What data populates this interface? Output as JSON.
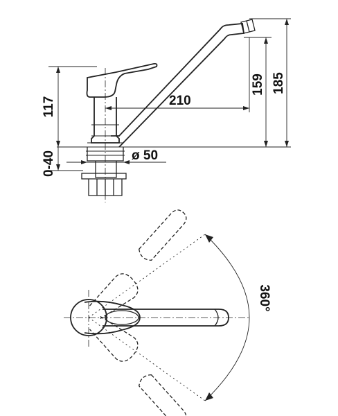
{
  "dimensions": {
    "height_lever": "117",
    "spout_reach": "210",
    "spout_height_inner": "159",
    "spout_height_total": "185",
    "deck_thickness": "0-40",
    "hole_diameter": "ø 50",
    "rotation": "360°"
  }
}
